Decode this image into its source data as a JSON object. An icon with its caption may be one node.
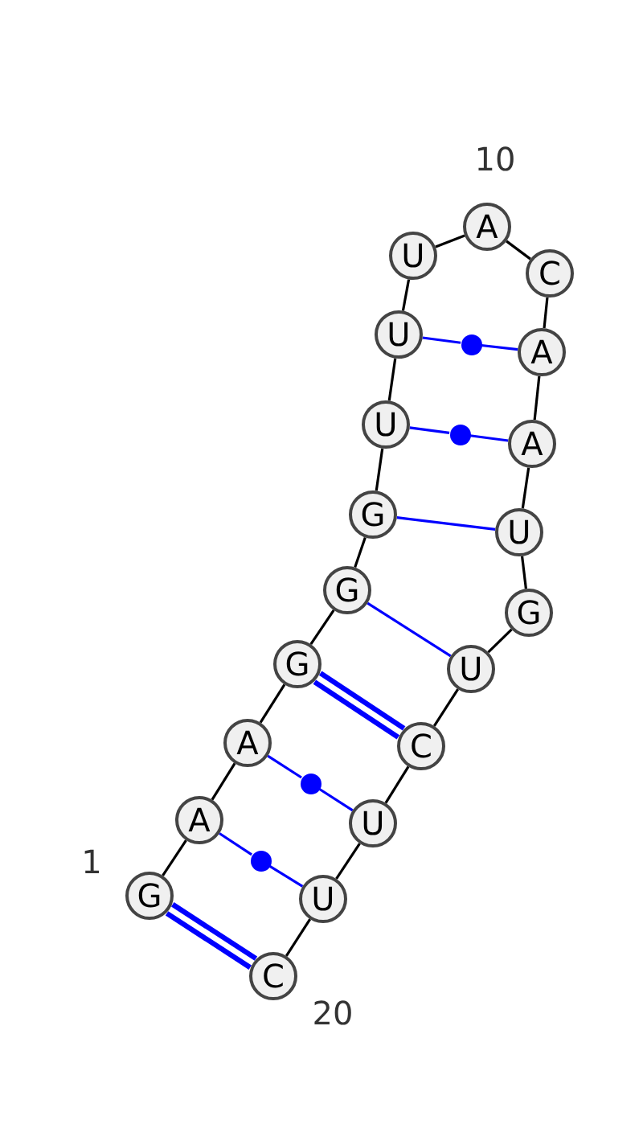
{
  "diagram": {
    "nodes": [
      {
        "text": [
          "G"
        ]
      },
      {
        "text": [
          "A"
        ]
      },
      {
        "text": [
          "A"
        ]
      },
      {
        "text": [
          "G"
        ]
      },
      {
        "text": [
          "G"
        ]
      },
      {
        "text": [
          "G"
        ]
      },
      {
        "text": [
          "U"
        ]
      },
      {
        "text": [
          "U"
        ]
      },
      {
        "text": [
          "U"
        ]
      },
      {
        "text": [
          "A"
        ]
      },
      {
        "text": [
          "C"
        ]
      },
      {
        "text": [
          "A"
        ]
      },
      {
        "text": [
          "A"
        ]
      },
      {
        "text": [
          "U"
        ]
      },
      {
        "text": [
          "G"
        ]
      },
      {
        "text": [
          "U"
        ]
      },
      {
        "text": [
          "C"
        ]
      },
      {
        "text": [
          "U"
        ]
      },
      {
        "text": [
          "U"
        ]
      },
      {
        "text": [
          "C"
        ]
      },
      {
        "text": [],
        "shape": "circle"
      },
      {
        "text": [],
        "shape": "circle"
      },
      {
        "text": [],
        "shape": "circle"
      },
      {
        "text": [],
        "shape": "circle"
      }
    ],
    "edges": [
      {
        "from": 0,
        "to": 1,
        "arrow": "none"
      },
      {
        "from": 1,
        "to": 2,
        "arrow": "none"
      },
      {
        "from": 2,
        "to": 3,
        "arrow": "none"
      },
      {
        "from": 3,
        "to": 4,
        "arrow": "none"
      },
      {
        "from": 4,
        "to": 5,
        "arrow": "none"
      },
      {
        "from": 5,
        "to": 6,
        "arrow": "none"
      },
      {
        "from": 6,
        "to": 7,
        "arrow": "none"
      },
      {
        "from": 7,
        "to": 8,
        "arrow": "none"
      },
      {
        "from": 8,
        "to": 9,
        "arrow": "none"
      },
      {
        "from": 9,
        "to": 10,
        "arrow": "none"
      },
      {
        "from": 10,
        "to": 11,
        "arrow": "none"
      },
      {
        "from": 11,
        "to": 12,
        "arrow": "none"
      },
      {
        "from": 12,
        "to": 13,
        "arrow": "none"
      },
      {
        "from": 13,
        "to": 14,
        "arrow": "none"
      },
      {
        "from": 14,
        "to": 15,
        "arrow": "none"
      },
      {
        "from": 15,
        "to": 16,
        "arrow": "none"
      },
      {
        "from": 16,
        "to": 17,
        "arrow": "none"
      },
      {
        "from": 17,
        "to": 18,
        "arrow": "none"
      },
      {
        "from": 18,
        "to": 19,
        "arrow": "none"
      },
      {
        "from": 0,
        "to": 19,
        "arrow": "none",
        "style": "thick",
        "color": "#0000ff"
      },
      {
        "from": 1,
        "to": 23,
        "arrow": "none",
        "color": "#0000ff"
      },
      {
        "from": 23,
        "to": 18,
        "arrow": "none",
        "color": "#0000ff"
      },
      {
        "from": 2,
        "to": 22,
        "arrow": "none",
        "color": "#0000ff"
      },
      {
        "from": 22,
        "to": 17,
        "arrow": "none",
        "color": "#0000ff"
      },
      {
        "from": 3,
        "to": 16,
        "arrow": "none",
        "style": "thick",
        "color": "#0000ff"
      },
      {
        "from": 4,
        "to": 15,
        "arrow": "none",
        "color": "#0000ff"
      },
      {
        "from": 5,
        "to": 13,
        "arrow": "none",
        "color": "#0000ff"
      },
      {
        "from": 6,
        "to": 21,
        "arrow": "none",
        "color": "#0000ff"
      },
      {
        "from": 21,
        "to": 12,
        "arrow": "none",
        "color": "#0000ff"
      },
      {
        "from": 7,
        "to": 20,
        "arrow": "none",
        "color": "#0000ff"
      },
      {
        "from": 20,
        "to": 11,
        "arrow": "none",
        "color": "#0000ff"
      }
    ],
    "labels": [
      "1",
      "10",
      "20"
    ]
  }
}
